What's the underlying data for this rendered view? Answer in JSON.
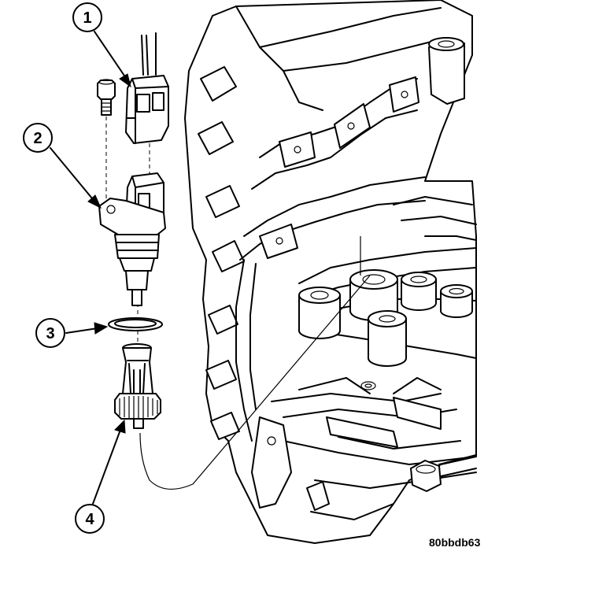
{
  "callouts": [
    {
      "label": "1"
    },
    {
      "label": "2"
    },
    {
      "label": "3"
    },
    {
      "label": "4"
    }
  ],
  "figure_code": "80bbdb63"
}
